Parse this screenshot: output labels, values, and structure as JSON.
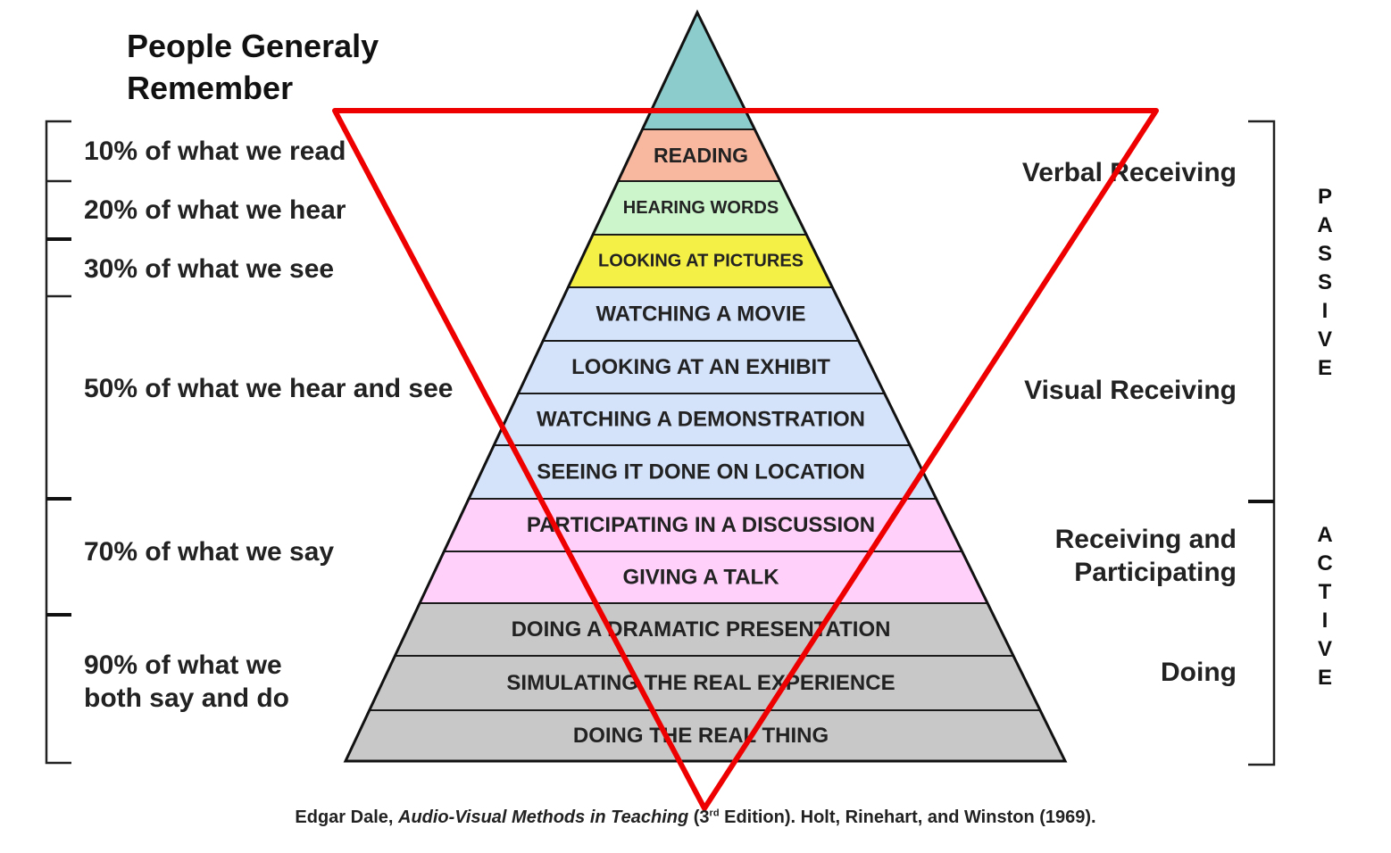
{
  "title": [
    "People Generaly",
    "Remember"
  ],
  "percentages": [
    {
      "lines": [
        "10% of what we read"
      ]
    },
    {
      "lines": [
        "20% of what we hear"
      ]
    },
    {
      "lines": [
        "30% of what we see"
      ]
    },
    {
      "lines": [
        "50% of what we hear and see"
      ]
    },
    {
      "lines": [
        "70% of what we say"
      ]
    },
    {
      "lines": [
        "90% of what we",
        "both say and do"
      ]
    }
  ],
  "pyramid_layers": [
    {
      "label": "",
      "color": "#8ccccc"
    },
    {
      "label": "READING",
      "color": "#f8b8a0"
    },
    {
      "label": "HEARING WORDS",
      "color": "#ccf5cc"
    },
    {
      "label": "LOOKING AT PICTURES",
      "color": "#f5f045"
    },
    {
      "label": "WATCHING A MOVIE",
      "color": "#d4e2fa"
    },
    {
      "label": "LOOKING AT AN EXHIBIT",
      "color": "#d4e2fa"
    },
    {
      "label": "WATCHING A DEMONSTRATION",
      "color": "#d4e2fa"
    },
    {
      "label": "SEEING IT DONE ON LOCATION",
      "color": "#d4e2fa"
    },
    {
      "label": "PARTICIPATING IN A DISCUSSION",
      "color": "#ffd0fa"
    },
    {
      "label": "GIVING A TALK",
      "color": "#ffd0fa"
    },
    {
      "label": "DOING A DRAMATIC PRESENTATION",
      "color": "#c8c8c8"
    },
    {
      "label": "SIMULATING THE REAL EXPERIENCE",
      "color": "#c8c8c8"
    },
    {
      "label": "DOING THE REAL THING",
      "color": "#c8c8c8"
    }
  ],
  "categories": [
    {
      "lines": [
        "Verbal Receiving"
      ]
    },
    {
      "lines": [
        "Visual Receiving"
      ]
    },
    {
      "lines": [
        "Receiving and",
        "Participating"
      ]
    },
    {
      "lines": [
        "Doing"
      ]
    }
  ],
  "modes": [
    {
      "letters": [
        "P",
        "A",
        "S",
        "S",
        "I",
        "V",
        "E"
      ]
    },
    {
      "letters": [
        "A",
        "C",
        "T",
        "I",
        "V",
        "E"
      ]
    }
  ],
  "overlay_color": "#ee0000",
  "citation": {
    "before": "Edgar Dale, ",
    "italic": "Audio-Visual Methods in Teaching",
    "mid": " (3",
    "sup": "rd",
    "after": " Edition). Holt, Rinehart, and Winston (1969)."
  }
}
